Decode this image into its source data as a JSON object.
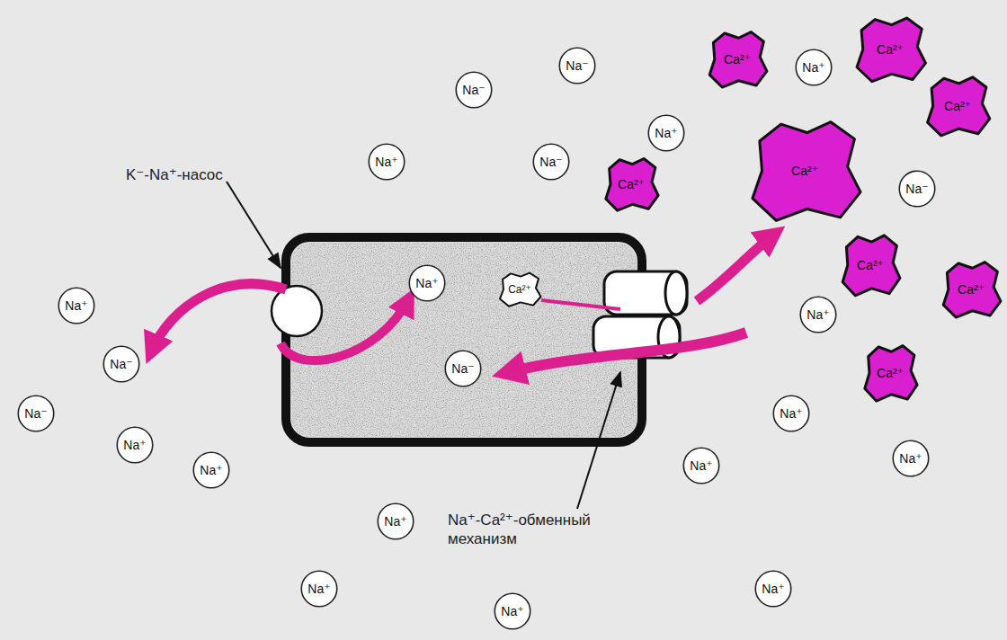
{
  "diagram": {
    "nodes": [
      {
        "text": [
          "Ca²⁺"
        ]
      },
      {
        "text": [
          "Ca²⁺"
        ]
      },
      {
        "text": [
          "Na⁻"
        ]
      },
      {
        "text": [
          "Na⁺"
        ]
      },
      {
        "text": [
          "Na⁻"
        ]
      },
      {
        "text": [
          "Ca²⁺"
        ]
      },
      {
        "text": [
          "Na⁺"
        ]
      },
      {
        "text": [
          "Na⁺"
        ]
      },
      {
        "text": [
          "Na⁻"
        ]
      },
      {
        "text": [
          "Ca²⁺"
        ]
      },
      {
        "text": [
          "Ca²⁺"
        ]
      },
      {
        "text": [
          "Na⁻"
        ]
      },
      {
        "text": [
          "Ca²⁺"
        ]
      },
      {
        "text": [
          "Na⁺"
        ]
      },
      {
        "text": [
          "Ca²⁺"
        ]
      },
      {
        "text": [
          "Ca²⁺"
        ]
      },
      {
        "text": [
          "Na⁺"
        ]
      },
      {
        "text": [
          "Na⁺"
        ]
      },
      {
        "text": [
          "Na⁻"
        ]
      },
      {
        "text": [
          "Na⁻"
        ]
      },
      {
        "text": [
          "Ca²⁺"
        ]
      },
      {
        "text": [
          "Na⁻"
        ]
      },
      {
        "text": [
          "Na⁺"
        ]
      },
      {
        "text": [
          "Na⁺"
        ]
      },
      {
        "text": [
          "Na⁺"
        ]
      },
      {
        "text": [
          "Na⁺"
        ]
      },
      {
        "text": [
          "Na⁺"
        ]
      },
      {
        "text": [
          "Na⁺"
        ]
      },
      {
        "text": [
          "Na⁺"
        ]
      },
      {
        "text": [
          "Na⁺"
        ]
      },
      {
        "text": [
          "Na⁺"
        ]
      }
    ],
    "labels": [
      "K⁻-Na⁺-насос",
      "Na⁺-Ca²⁺-обменный механизм"
    ]
  }
}
